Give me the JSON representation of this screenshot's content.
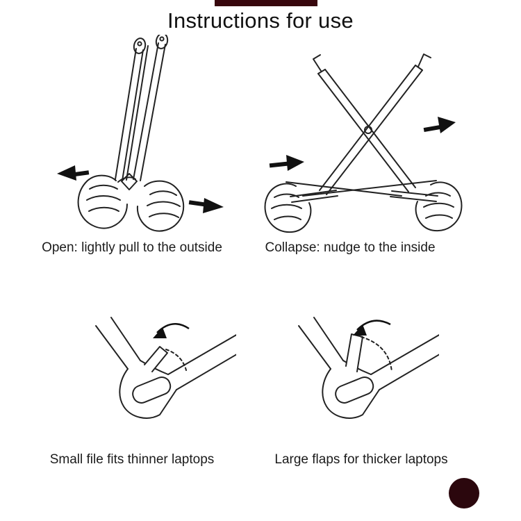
{
  "page": {
    "title": "Instructions for use",
    "background_color": "#ffffff",
    "line_color": "#222222",
    "banner_color": "#38070d",
    "dot_color": "#2b070d"
  },
  "panels": [
    {
      "id": "open",
      "caption": "Open: lightly pull to the outside",
      "icons": [
        "arrow-left-icon",
        "arrow-right-icon"
      ]
    },
    {
      "id": "collapse",
      "caption": "Collapse: nudge to the inside",
      "icons": [
        "arrow-right-icon",
        "arrow-right-icon"
      ]
    },
    {
      "id": "small",
      "caption": "Small file fits thinner laptops",
      "icons": [
        "rotate-arrow-icon"
      ]
    },
    {
      "id": "large",
      "caption": "Large flaps for thicker laptops",
      "icons": [
        "rotate-arrow-icon"
      ]
    }
  ]
}
